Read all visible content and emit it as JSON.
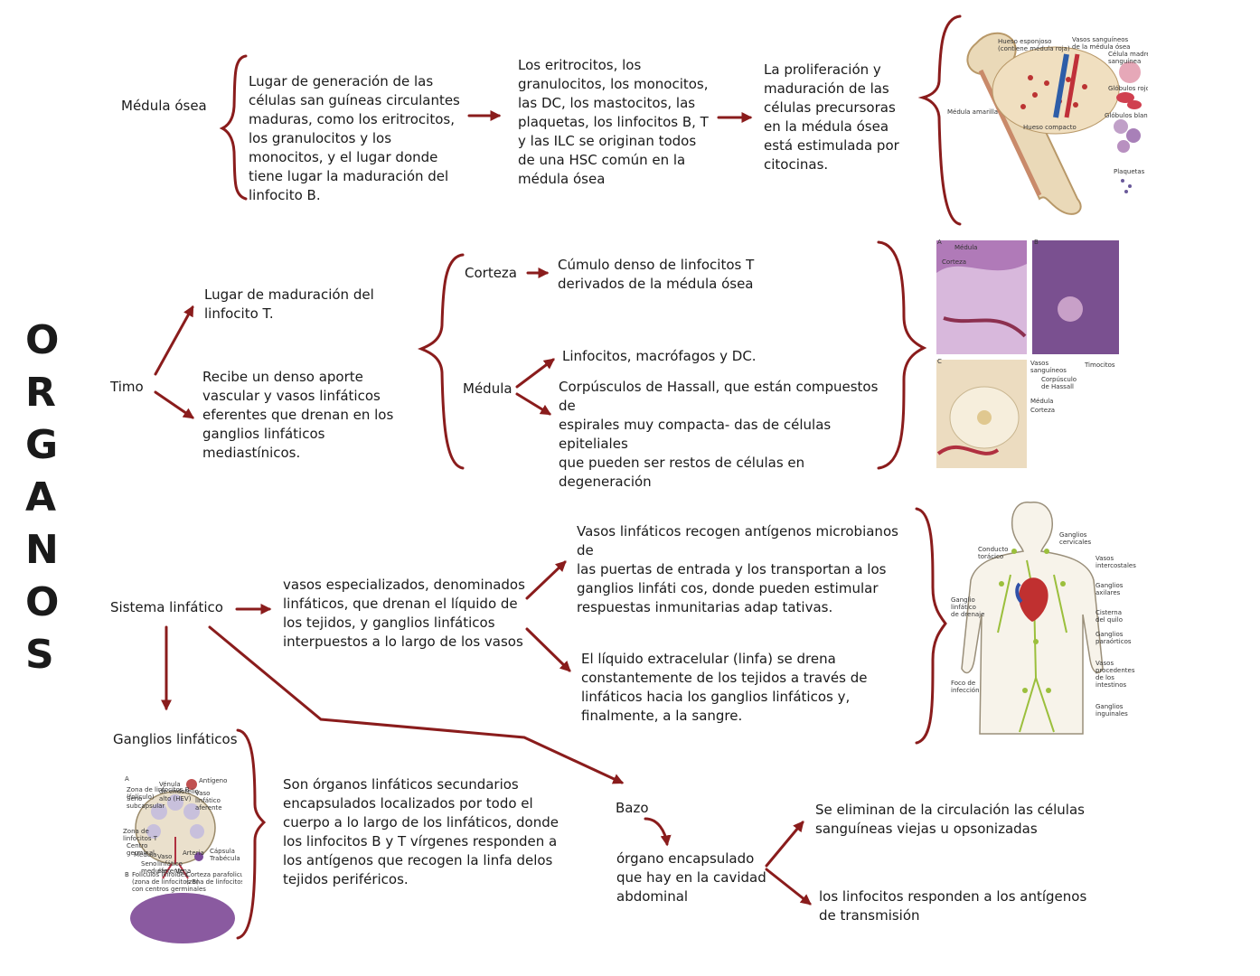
{
  "title_letters": [
    "O",
    "R",
    "G",
    "A",
    "N",
    "O",
    "S"
  ],
  "medula": {
    "label": "Médula ósea",
    "desc": "Lugar de generación de las\ncélulas san guíneas circulantes\nmaduras, como los eritrocitos,\nlos granulocitos y los\nmonocitos, y el lugar donde\ntiene lugar la maduración del\nlinfocito B.",
    "cells": "Los eritrocitos, los\ngranulocitos, los monocitos,\nlas DC, los mastocitos, las\nplaquetas, los linfocitos B, T\ny las ILC se originan todos\nde una HSC común en la\nmédula ósea",
    "prolif": "La proliferación y\nmaduración de las\ncélulas precursoras\nen la médula ósea\nestá estimulada por\ncitocinas."
  },
  "bone_image": {
    "labels": [
      "Hueso esponjoso\n(contiene médula roja)",
      "Vasos sanguíneos\nde la médula ósea",
      "Célula madre\nsanguínea",
      "Glóbulos rojos",
      "Médula amarilla",
      "Hueso compacto",
      "Glóbulos blancos",
      "Plaquetas"
    ]
  },
  "timo": {
    "label": "Timo",
    "maturation": "Lugar de maduración del\nlinfocito T.",
    "supply": "Recibe un denso aporte\nvascular y vasos linfáticos\neferentes que drenan en los\nganglios linfáticos\nmediastínicos.",
    "corteza": "Corteza",
    "corteza_desc": "Cúmulo denso de linfocitos T\nderivados de la médula ósea",
    "medula_label": "Médula",
    "medula_desc1": "Linfocitos, macrófagos y DC.",
    "medula_desc2": "Corpúsculos de Hassall, que están compuestos de\nespirales muy compacta- das de células epiteliales\nque pueden ser restos de células en\ndegeneración"
  },
  "thymus_image": {
    "labels": [
      "A",
      "Médula",
      "Corteza",
      "B",
      "C",
      "Vasos\nsanguíneos",
      "Corpúsculo\nde Hassall",
      "Timocitos",
      "Médula",
      "Corteza"
    ]
  },
  "linfatico": {
    "label": "Sistema linfático",
    "vessels": "vasos especializados, denominados\nlinfáticos, que drenan el líquido de\nlos tejidos, y ganglios linfáticos\ninterpuestos a lo largo de los vasos",
    "antigens": "Vasos linfáticos recogen antígenos microbianos de\nlas puertas de entrada y los transportan a los\nganglios linfáti cos, donde pueden estimular\nrespuestas inmunitarias adap tativas.",
    "lymph": "El líquido extracelular (linfa) se drena\nconstantemente de los tejidos a través de\nlinfáticos hacia los ganglios linfáticos y,\nfinalmente, a la sangre."
  },
  "body_image": {
    "labels": [
      "Ganglios\ncervicales",
      "Conducto\ntorácico",
      "Vasos\nintercostales",
      "Ganglios\naxilares",
      "Ganglio\nlinfático\nde drenaje",
      "Cisterna\ndel quilo",
      "Ganglios\nparaórticos",
      "Vasos\nprocedentes\nde los\nintestinos",
      "Foco de\ninfección",
      "Ganglios\ninguinales"
    ]
  },
  "ganglios": {
    "label": "Ganglios linfáticos",
    "desc": "Son órganos linfáticos secundarios\nencapsulados localizados por todo el\ncuerpo a lo largo de los linfáticos, donde\nlos linfocitos B y T vírgenes responden a\nlos antígenos que recogen la linfa delos\ntejidos periféricos."
  },
  "node_image": {
    "labels": [
      "A",
      "Zona de linfocitos B\n(folículo)",
      "Vénula\nde endotelio\nalto (HEV)",
      "Antígeno",
      "Seno\nsubcapsular",
      "Vaso\nlinfático\naferente",
      "Zona de\nlinfocitos T",
      "Centro\ngerminal",
      "Médula",
      "Seno\nmedular",
      "Vaso\nlinfático\neferente",
      "Arteria",
      "Vena",
      "Cápsula",
      "Trabécula",
      "B",
      "Folículos linfoides\n(zona de linfocitos B)\ncon centros germinales",
      "Corteza parafolicular\n(zona de linfocitos T)"
    ]
  },
  "bazo": {
    "label": "Bazo",
    "desc": "órgano encapsulado\nque hay en la cavidad\nabdominal",
    "elim": "Se eliminan de la circulación las células\nsanguíneas viejas u opsonizadas",
    "resp": "los linfocitos responden a los antígenos\nde transmisión"
  },
  "colors": {
    "arrow": "#8a1c1c",
    "text": "#1a1a1a"
  }
}
